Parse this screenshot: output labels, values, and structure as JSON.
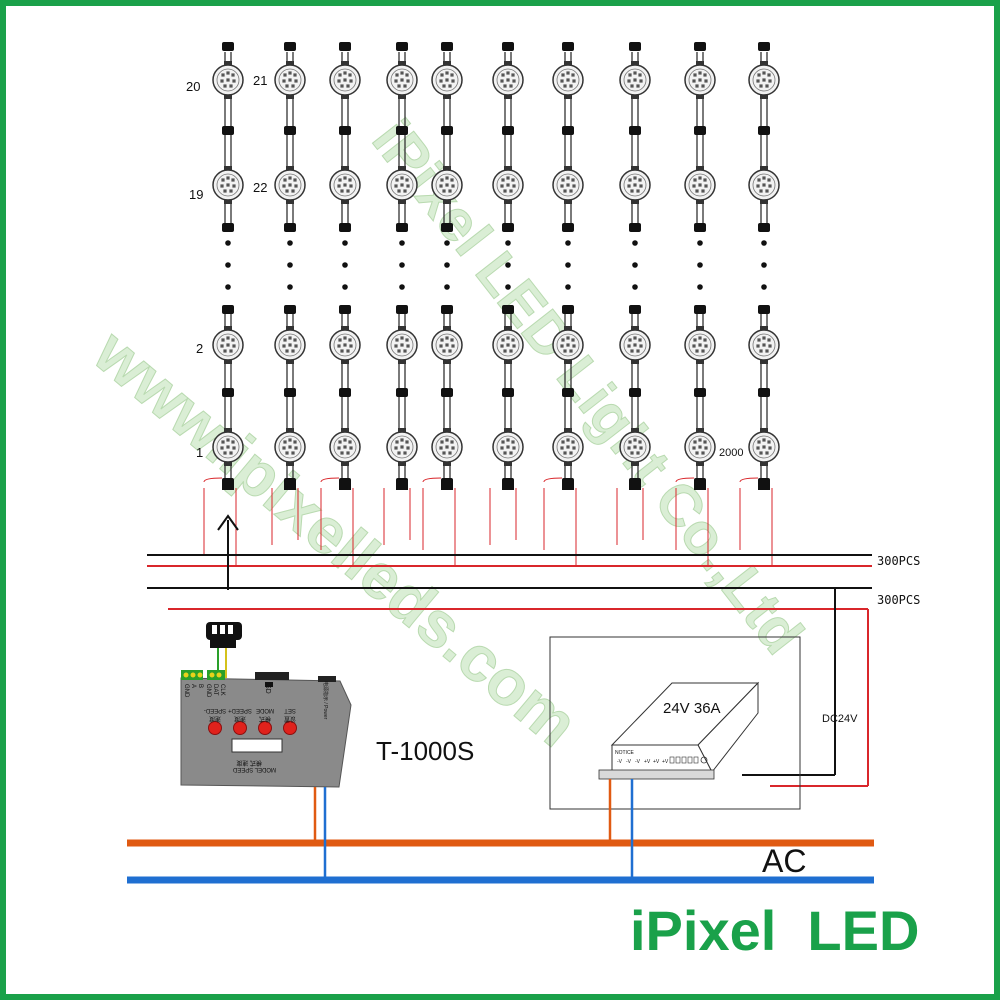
{
  "colors": {
    "frame": "#1aa14a",
    "brand": "#1aa14a",
    "wire_red": "#d9262b",
    "wire_black": "#111111",
    "ac_orange": "#e05a12",
    "ac_blue": "#1f6fd1",
    "controller_body": "#8a8a8a",
    "button_red": "#e0221c",
    "watermark": "#cfe8c6"
  },
  "pixel_labels": {
    "n20": "20",
    "n21": "21",
    "n19": "19",
    "n22": "22",
    "n2": "2",
    "n1": "1",
    "n2000": "2000"
  },
  "wiring": {
    "bus_upper_label": "300PCS",
    "bus_lower_label": "300PCS",
    "dc_label": "DC24V",
    "ac_label": "AC"
  },
  "controller": {
    "model": "T-1000S",
    "pin_labels": [
      "GND",
      "A",
      "B",
      "GND",
      "DAT",
      "CLK"
    ],
    "sd_label": "SD",
    "button_labels": [
      "SPEED-",
      "SPEED+",
      "MODE",
      "SET"
    ],
    "button_cn_labels": [
      "速度",
      "速度",
      "模式",
      "设置"
    ],
    "display_caption_cn": "模式  速度",
    "display_caption": "MODEL SPEED",
    "side_caption": "电源指示 / Power"
  },
  "power_supply": {
    "rating": "24V 36A",
    "notice": "NOTICE",
    "terminal_labels": [
      "-V",
      "-V",
      "-V",
      "+V",
      "+V",
      "+V"
    ]
  },
  "watermark": {
    "diagonal_text": "iPixel LED Light Co.,Ltd",
    "url_text": "www.ipixelleds.com"
  },
  "brand_text": "iPixel  LED"
}
